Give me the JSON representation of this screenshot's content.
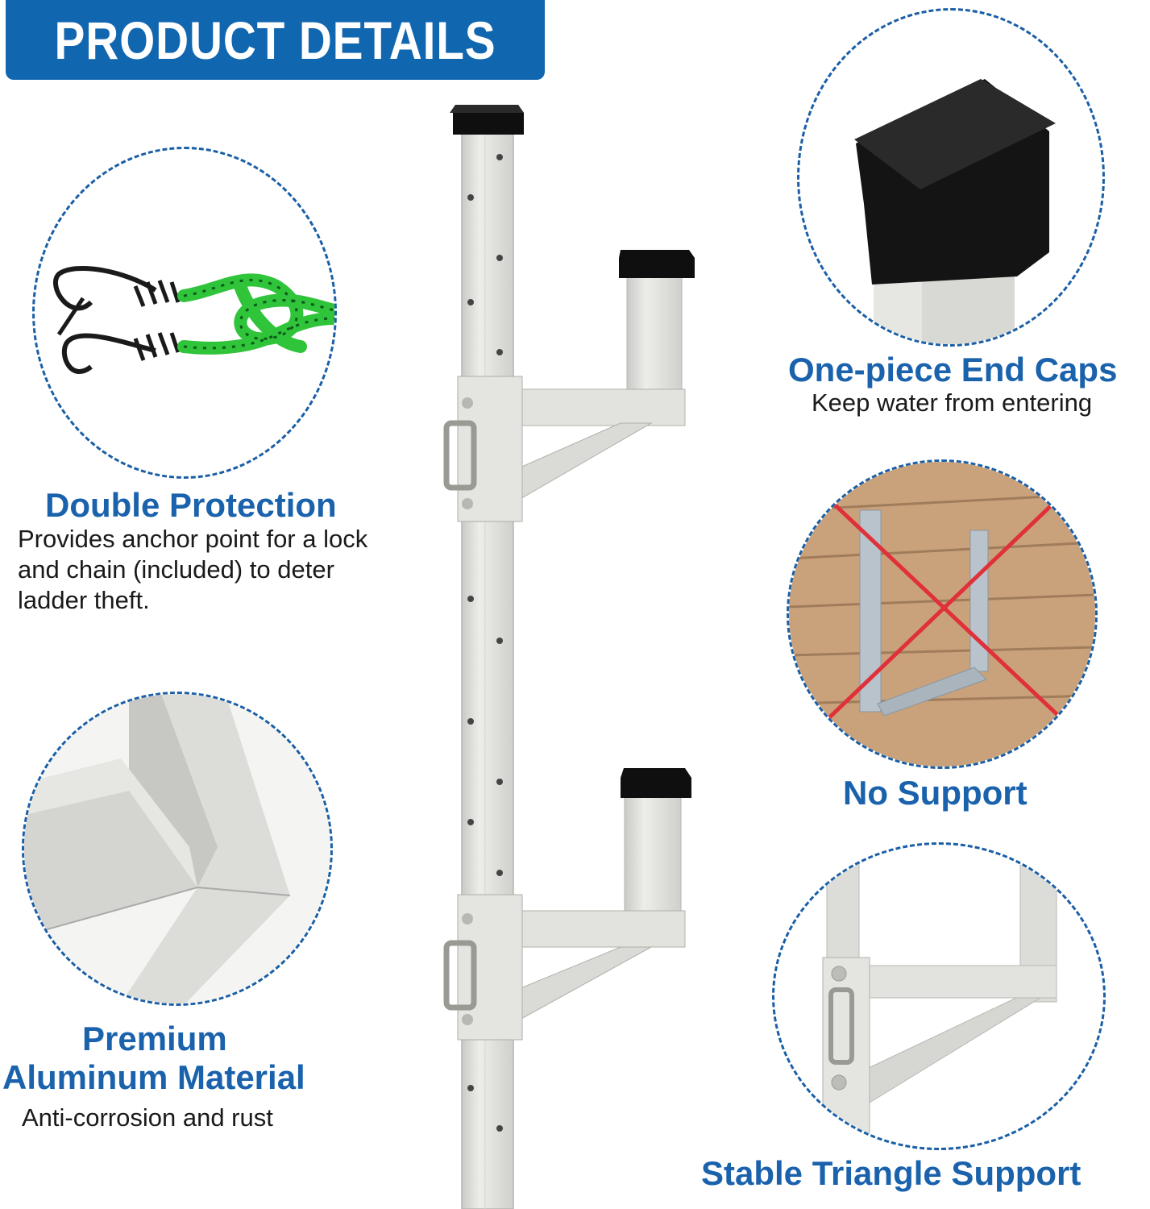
{
  "banner": {
    "title": "PRODUCT DETAILS"
  },
  "features": {
    "double_protection": {
      "title": "Double Protection",
      "description": [
        "Provides anchor point for a lock",
        "and chain (included) to deter",
        "ladder theft."
      ]
    },
    "aluminum": {
      "title_line1": "Premium",
      "title_line2": "Aluminum Material",
      "description": "Anti-corrosion and rust"
    },
    "end_caps": {
      "title": "One-piece End Caps",
      "description": "Keep water from entering"
    },
    "no_support": {
      "title": "No Support"
    },
    "triangle": {
      "title": "Stable Triangle Support"
    }
  },
  "colors": {
    "brand_blue": "#1166b0",
    "title_blue": "#1a62ac",
    "metal_gray": "#dcdcd8",
    "cap_black": "#111111",
    "cord_green": "#2fc43a",
    "cross_red": "#e0303a"
  }
}
